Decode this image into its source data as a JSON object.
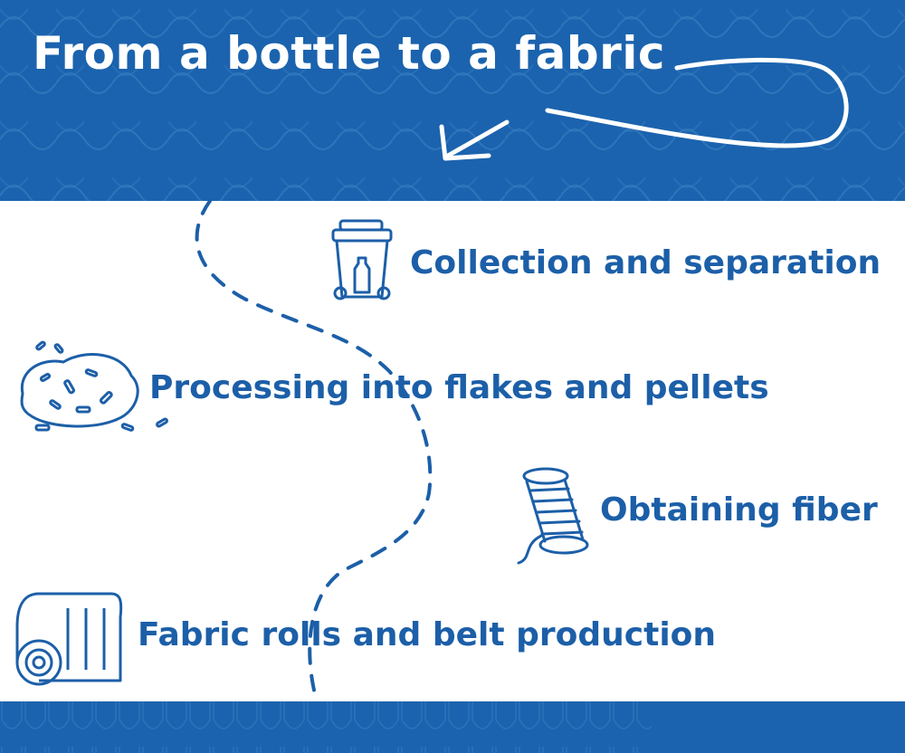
{
  "header": {
    "title": "From a bottle to a fabric"
  },
  "steps": [
    {
      "label": "Collection and separation",
      "icon": "recycling-bin-icon"
    },
    {
      "label": "Processing into flakes and pellets",
      "icon": "flakes-icon"
    },
    {
      "label": "Obtaining fiber",
      "icon": "thread-spool-icon"
    },
    {
      "label": "Fabric rolls and belt production",
      "icon": "fabric-roll-icon"
    }
  ],
  "colors": {
    "brand_blue": "#1b63ae",
    "text_blue": "#1c5fa8"
  }
}
